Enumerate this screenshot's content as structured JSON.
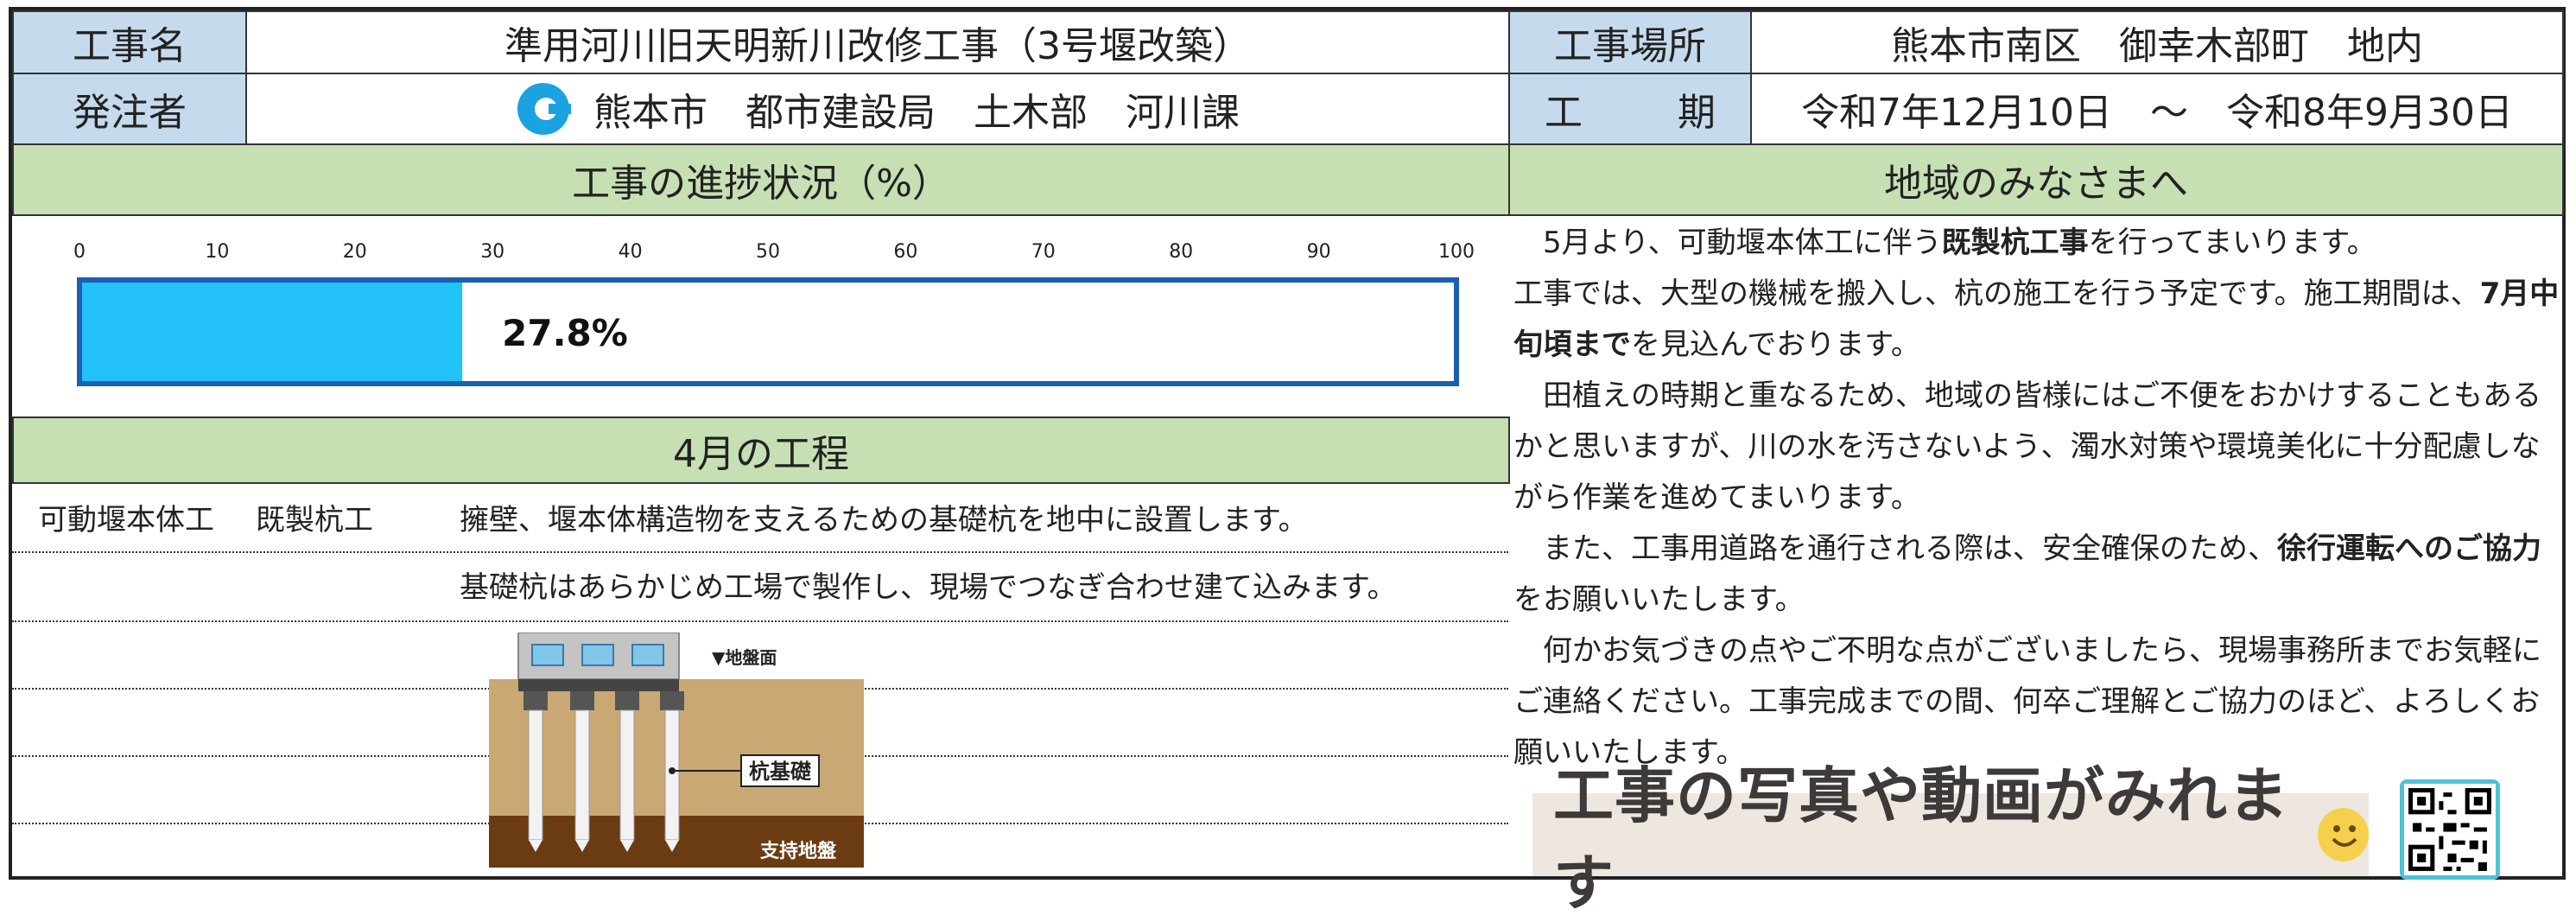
{
  "header": {
    "kouji_mei_label": "工事名",
    "kouji_mei_value": "準用河川旧天明新川改修工事（3号堰改築）",
    "hacchusha_label": "発注者",
    "hacchusha_value": "熊本市　都市建設局　土木部　河川課",
    "basho_label": "工事場所",
    "basho_value": "熊本市南区　御幸木部町　地内",
    "kikan_label_1": "工",
    "kikan_label_2": "期",
    "kikan_value": "令和7年12月10日　～　令和8年9月30日"
  },
  "progress": {
    "title": "工事の進捗状況（%）",
    "value_label": "27.8%",
    "percent": 27.8,
    "ticks": [
      "0",
      "10",
      "20",
      "30",
      "40",
      "50",
      "60",
      "70",
      "80",
      "90",
      "100"
    ],
    "colors": {
      "fill": "#22c1f7",
      "border": "#1a5fb0"
    }
  },
  "schedule": {
    "title": "4月の工程",
    "work_type": "可動堰本体工",
    "work_item": "既製杭工",
    "desc_1": "擁壁、堰本体構造物を支えるための基礎杭を地中に設置します。",
    "desc_2": "基礎杭はあらかじめ工場で製作し、現場でつなぎ合わせ建て込みます。",
    "diagram": {
      "ground_label": "▼地盤面",
      "pile_label": "杭基礎",
      "bearing_label": "支持地盤"
    }
  },
  "message": {
    "title": "地域のみなさまへ",
    "p1_a": "5月より、可動堰本体工に伴う",
    "p1_b": "既製杭工事",
    "p1_c": "を行ってまいります。",
    "p2_a": "工事では、大型の機械を搬入し、杭の施工を行う予定です。施工期間は、",
    "p2_b": "7月中旬頃まで",
    "p2_c": "を見込んでおります。",
    "p3": "田植えの時期と重なるため、地域の皆様にはご不便をおかけすることもあるかと思いますが、川の水を汚さないよう、濁水対策や環境美化に十分配慮しながら作業を進めてまいります。",
    "p4_a": "また、工事用道路を通行される際は、安全確保のため、",
    "p4_b": "徐行運転へのご協力",
    "p4_c": "をお願いいたします。",
    "p5": "何かお気づきの点やご不明な点がございましたら、現場事務所までお気軽にご連絡ください。工事完成までの間、何卒ご理解とご協力のほど、よろしくお願いいたします。"
  },
  "banner": {
    "text": "工事の写真や動画がみれます"
  }
}
